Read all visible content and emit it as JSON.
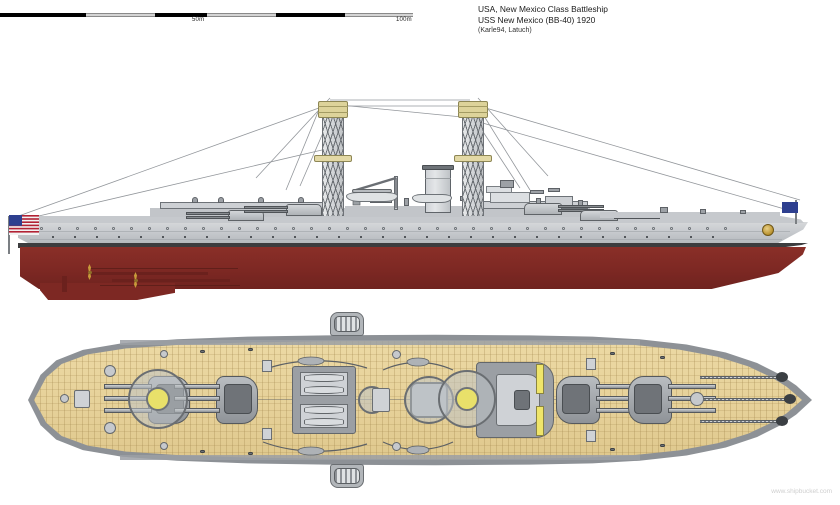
{
  "meta": {
    "background_color": "#ffffff",
    "drawing_style": "shipbucket side profile and plan view line drawing"
  },
  "scale_bar": {
    "name": "scale-bar",
    "labels": [
      "50m",
      "100m"
    ],
    "segments": 6,
    "total_length_label": "100m",
    "colors": {
      "dark": "#000000",
      "light": "#d4d4d4"
    }
  },
  "title_block": {
    "line1": "USA, New Mexico Class Battleship",
    "line2": "USS New Mexico (BB-40) 1920",
    "line3": "(Karle94, Latuch)"
  },
  "watermark": {
    "text": "www.shipbucket.com"
  },
  "ship": {
    "nation": "USA",
    "class": "New Mexico Class",
    "type": "Battleship",
    "name": "USS New Mexico",
    "hull_number": "BB-40",
    "year": "1920",
    "artists": [
      "Karle94",
      "Latuch"
    ]
  },
  "colors": {
    "hull_upper_gray": "#c9ccd0",
    "hull_boot_stripe": "#3c3c3e",
    "hull_underwater_red": "#7d2823",
    "superstructure_gray": "#cdd0d4",
    "deck_wood_tan": "#e6d199",
    "plan_hull_gray": "#8d9196",
    "mast_top_khaki": "#ddd39a",
    "propeller_gold": "#c79a3a",
    "flag_blue": "#2e3f8f",
    "flag_red": "#b22234",
    "accent_yellow": "#efe56a",
    "watermark_gray": "#cfcfcf"
  },
  "side_view": {
    "name": "side-profile-view",
    "features": [
      "national ensign on stern staff",
      "two lattice cage masts with spotting tops",
      "single funnel with dark cap",
      "boat crane and ship's boats amidships",
      "four triple 14-inch gun turrets",
      "casemate secondary battery with portholes",
      "rigging wires between masts",
      "four propellers and rudder below waterline",
      "bow jack flag and gilded bow crest"
    ]
  },
  "plan_view": {
    "name": "plan-top-down-view",
    "features": [
      "planked wooden main deck",
      "four triple main turrets, two forward two aft",
      "cage mast bases shown as yellow circles",
      "ship's boats stowed amidships",
      "anchor chains running forward to bow",
      "funnel uptake amidships",
      "searchlight and rangefinder platforms"
    ]
  }
}
